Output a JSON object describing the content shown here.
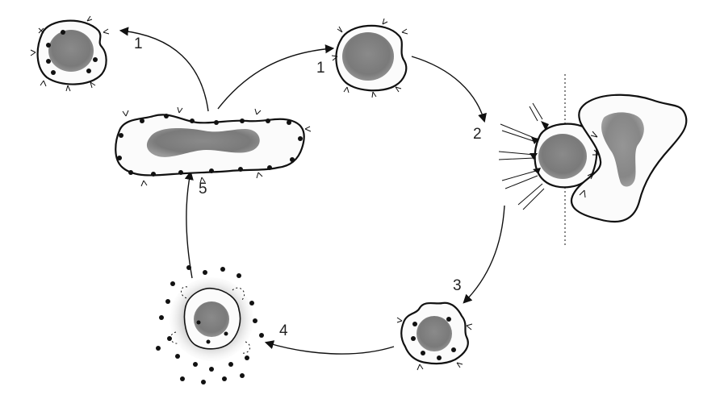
{
  "diagram": {
    "step_labels": [
      {
        "id": "label-1a",
        "text": "1"
      },
      {
        "id": "label-1b",
        "text": "1"
      },
      {
        "id": "label-2",
        "text": "2"
      },
      {
        "id": "label-3",
        "text": "3"
      },
      {
        "id": "label-4",
        "text": "4"
      },
      {
        "id": "label-5",
        "text": "5"
      }
    ]
  }
}
